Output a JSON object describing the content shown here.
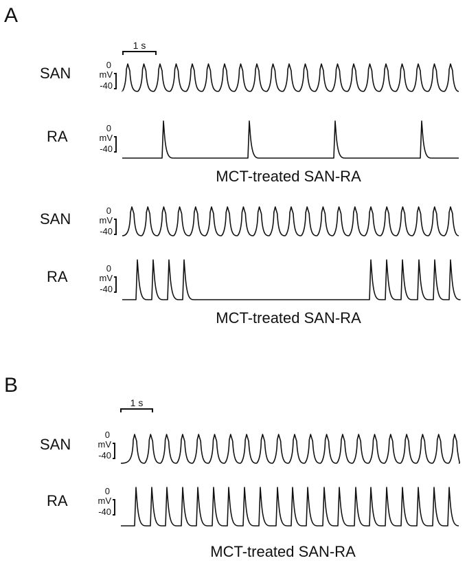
{
  "panels": [
    {
      "letter": "A",
      "scale_bar_label": "1 s"
    },
    {
      "letter": "B",
      "scale_bar_label": "1 s"
    }
  ],
  "trace_labels": {
    "san": "SAN",
    "ra": "RA"
  },
  "voltage_scale": {
    "top": "0",
    "unit": "mV",
    "bottom": "-40"
  },
  "captions": {
    "a1": "MCT-treated SAN-RA",
    "a2": "MCT-treated SAN-RA",
    "b": "MCT-treated SAN-RA"
  }
}
